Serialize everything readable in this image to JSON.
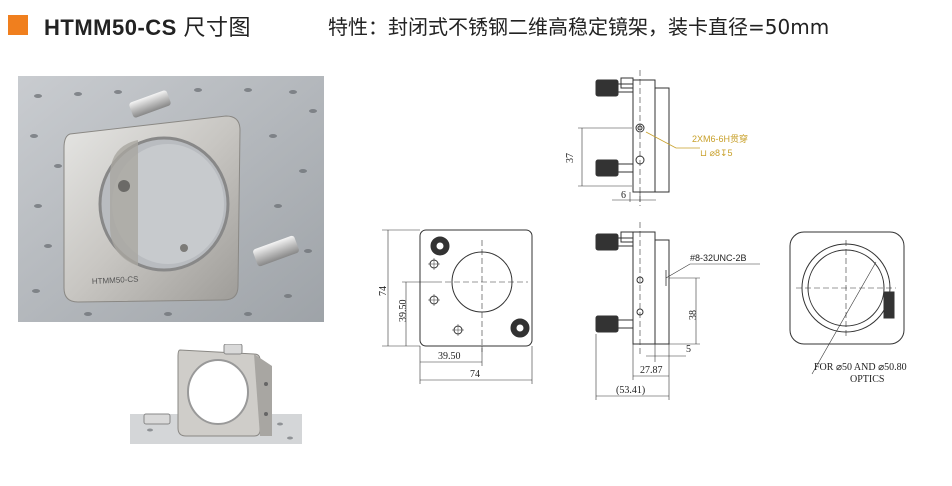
{
  "header": {
    "model": "HTMM50-CS",
    "model_suffix": "尺寸图",
    "features": "特性：封闭式不锈钢二维高稳定镜架，装卡直径=50mm"
  },
  "photo1": {
    "engraving": "HTMM50-CS"
  },
  "top_view": {
    "dim_37": "37",
    "dim_6": "6",
    "callout_line1": "2XM6-6H贯穿",
    "callout_line2": "⊔ ⌀8↧5"
  },
  "front_view": {
    "dim_74_v": "74",
    "dim_39_50_v": "39.50",
    "dim_39_50_h": "39.50",
    "dim_74_h": "74"
  },
  "side_view": {
    "thread_label": "#8-32UNC-2B",
    "dim_38": "38",
    "dim_5": "5",
    "dim_27_87": "27.87",
    "dim_53_41": "(53.41)"
  },
  "rear_view": {
    "optics_line1": "FOR ⌀50 AND ⌀50.80",
    "optics_line2": "OPTICS"
  },
  "colors": {
    "accent": "#f07f1e",
    "callout": "#c8a02a"
  }
}
